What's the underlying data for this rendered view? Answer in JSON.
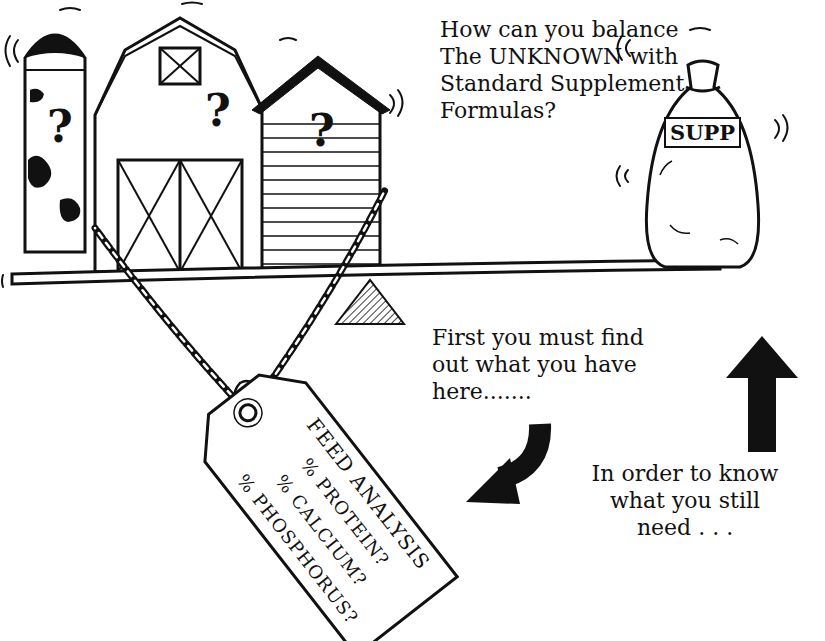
{
  "diagram": {
    "title": "How can you balance The UNKNOWN with Standard Supplement Formulas?",
    "nodes": [
      {
        "text": [
          "FEED ANALYSIS",
          "% PROTEIN?",
          "% CALCIUM?",
          "% PHOSPHORUS?"
        ]
      },
      {
        "text": [
          "SUPP"
        ]
      }
    ],
    "labels": [
      "?",
      "?",
      "?",
      "First you must find out what you have here.......",
      "In order to know what you still need . . ."
    ]
  }
}
